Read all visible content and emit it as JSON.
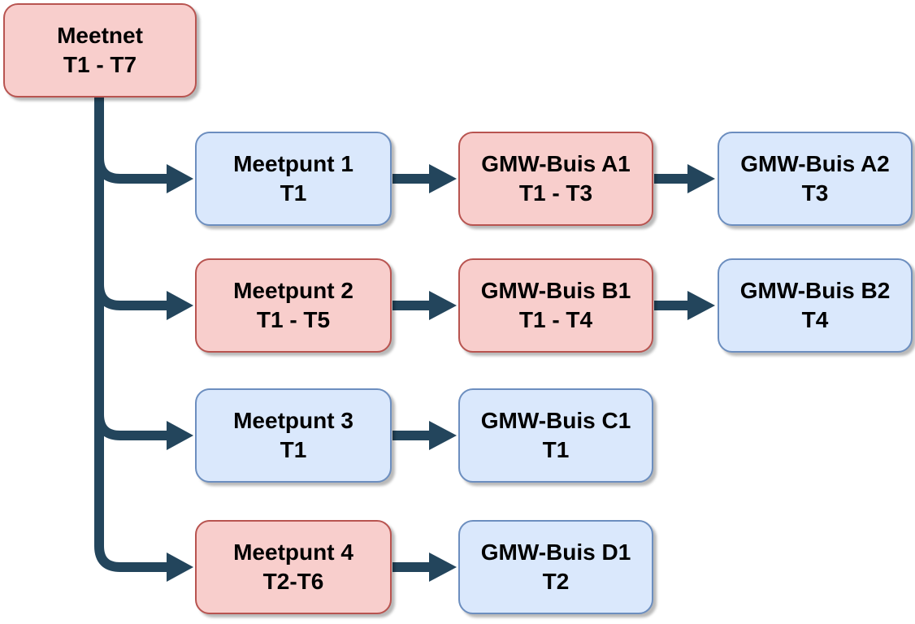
{
  "diagram": {
    "background": "#ffffff",
    "colors": {
      "red_fill": "#F8CECC",
      "red_border": "#B85450",
      "blue_fill": "#DAE8FC",
      "blue_border": "#6C8EBF",
      "connector": "#23455C",
      "text": "#000000"
    },
    "nodes": [
      {
        "id": "meetnet",
        "line1": "Meetnet",
        "line2": "T1 - T7",
        "color": "red"
      },
      {
        "id": "meetpunt-1",
        "line1": "Meetpunt 1",
        "line2": "T1",
        "color": "blue"
      },
      {
        "id": "gmw-buis-a1",
        "line1": "GMW-Buis A1",
        "line2": "T1 - T3",
        "color": "red"
      },
      {
        "id": "gmw-buis-a2",
        "line1": "GMW-Buis A2",
        "line2": "T3",
        "color": "blue"
      },
      {
        "id": "meetpunt-2",
        "line1": "Meetpunt 2",
        "line2": "T1 - T5",
        "color": "red"
      },
      {
        "id": "gmw-buis-b1",
        "line1": "GMW-Buis B1",
        "line2": "T1 - T4",
        "color": "red"
      },
      {
        "id": "gmw-buis-b2",
        "line1": "GMW-Buis B2",
        "line2": "T4",
        "color": "blue"
      },
      {
        "id": "meetpunt-3",
        "line1": "Meetpunt 3",
        "line2": "T1",
        "color": "blue"
      },
      {
        "id": "gmw-buis-c1",
        "line1": "GMW-Buis C1",
        "line2": "T1",
        "color": "blue"
      },
      {
        "id": "meetpunt-4",
        "line1": "Meetpunt 4",
        "line2": "T2-T6",
        "color": "red"
      },
      {
        "id": "gmw-buis-d1",
        "line1": "GMW-Buis D1",
        "line2": "T2",
        "color": "blue"
      }
    ],
    "edges": [
      {
        "from": "meetnet",
        "to": "meetpunt-1"
      },
      {
        "from": "meetnet",
        "to": "meetpunt-2"
      },
      {
        "from": "meetnet",
        "to": "meetpunt-3"
      },
      {
        "from": "meetnet",
        "to": "meetpunt-4"
      },
      {
        "from": "meetpunt-1",
        "to": "gmw-buis-a1"
      },
      {
        "from": "gmw-buis-a1",
        "to": "gmw-buis-a2"
      },
      {
        "from": "meetpunt-2",
        "to": "gmw-buis-b1"
      },
      {
        "from": "gmw-buis-b1",
        "to": "gmw-buis-b2"
      },
      {
        "from": "meetpunt-3",
        "to": "gmw-buis-c1"
      },
      {
        "from": "meetpunt-4",
        "to": "gmw-buis-d1"
      }
    ]
  }
}
